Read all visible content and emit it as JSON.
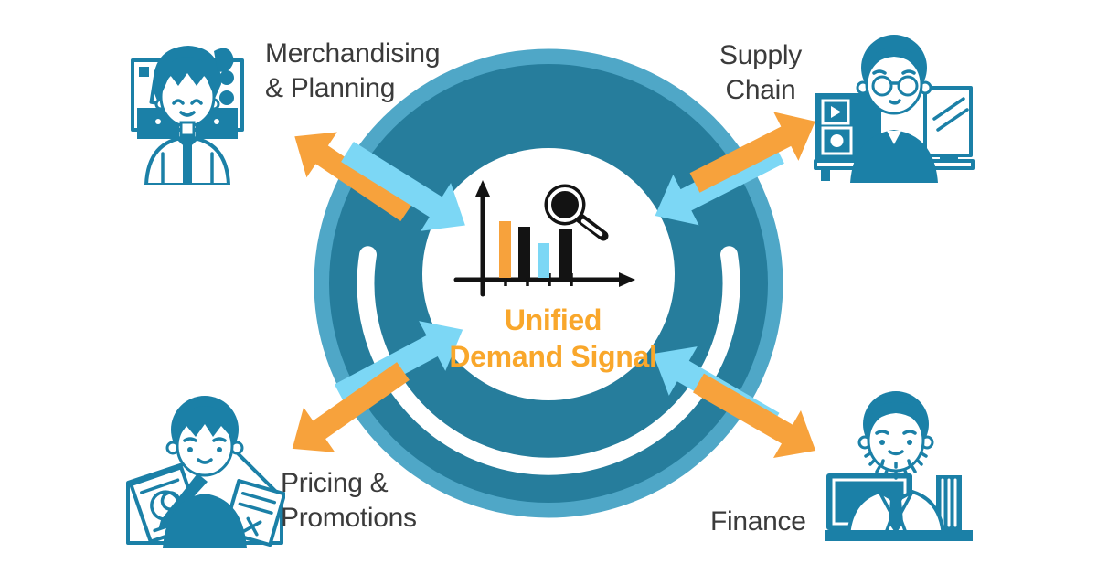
{
  "diagram": {
    "center": {
      "line1": "Unified",
      "line2": "Demand Signal"
    },
    "quadrants": {
      "top_left": {
        "line1": "Merchandising",
        "line2": "& Planning",
        "persona": "woman-analyst-at-planning-boards"
      },
      "top_right": {
        "line1": "Supply",
        "line2": "Chain",
        "persona": "man-with-glasses-at-monitors"
      },
      "bottom_left": {
        "line1": "Pricing &",
        "line2": "Promotions",
        "persona": "man-with-documents-and-pen"
      },
      "bottom_right": {
        "line1": "Finance",
        "persona": "bearded-man-in-suit-at-desk"
      }
    },
    "center_icon": {
      "name": "bar-chart-with-magnifier-icon",
      "bar_colors": [
        "orange",
        "black",
        "light-blue",
        "black"
      ]
    },
    "arrows": {
      "outward_color_name": "orange",
      "inward_color_name": "light-blue",
      "pairs": 4
    }
  },
  "colors": {
    "ring_dark": "#267D9C",
    "ring_light": "#4FA7C7",
    "arrow_orange": "#F7A23C",
    "arrow_blue": "#7CD7F5",
    "illustration_teal": "#1B80A7",
    "center_text_orange": "#F9A72B",
    "label_text": "#3B3B3B",
    "chart_black": "#131313",
    "background": "#FFFFFF"
  }
}
